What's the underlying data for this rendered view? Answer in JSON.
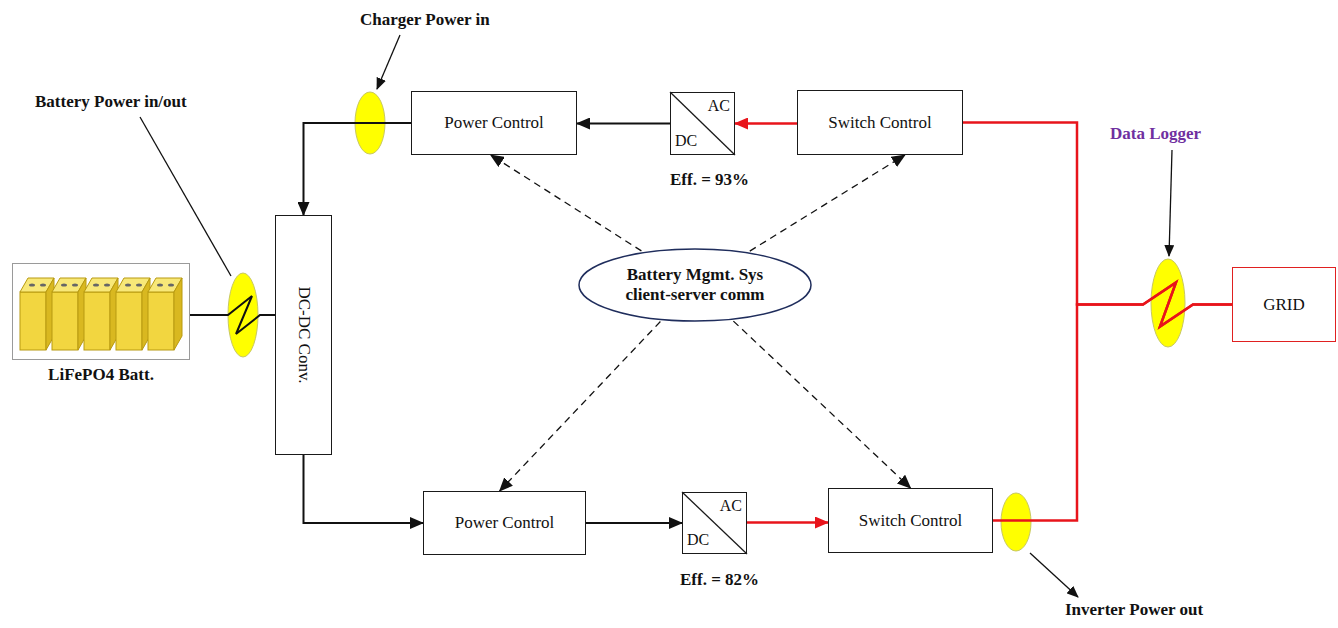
{
  "diagram": {
    "nodes": [
      {
        "text": [
          "Power Control"
        ]
      },
      {
        "text": [
          "AC",
          "DC"
        ]
      },
      {
        "text": [
          "Switch Control"
        ]
      },
      {
        "text": [
          "LiFePO4 Batt."
        ]
      },
      {
        "text": [
          "DC-DC Conv."
        ]
      },
      {
        "text": [
          "Battery Mgmt. Sys client-server comm"
        ]
      },
      {
        "text": [
          "GRID"
        ]
      },
      {
        "text": [
          "Power Control"
        ]
      },
      {
        "text": [
          "AC",
          "DC"
        ]
      },
      {
        "text": [
          "Switch Control"
        ]
      }
    ],
    "edges": [
      {
        "from": 2,
        "to": 1,
        "arrow": "to"
      },
      {
        "from": 1,
        "to": 0,
        "arrow": "to"
      },
      {
        "from": 0,
        "to": 4,
        "arrow": "to"
      },
      {
        "from": 3,
        "to": 4,
        "arrow": "none"
      },
      {
        "from": 4,
        "to": 7,
        "arrow": "to"
      },
      {
        "from": 7,
        "to": 8,
        "arrow": "to"
      },
      {
        "from": 8,
        "to": 9,
        "arrow": "to"
      },
      {
        "from": 6,
        "to": 2,
        "arrow": "none"
      },
      {
        "from": 9,
        "to": 6,
        "arrow": "none"
      },
      {
        "from": 5,
        "to": 0,
        "arrow": "to"
      },
      {
        "from": 5,
        "to": 2,
        "arrow": "to"
      },
      {
        "from": 5,
        "to": 7,
        "arrow": "to"
      },
      {
        "from": 5,
        "to": 9,
        "arrow": "to"
      }
    ],
    "labels": [
      "Charger Power in",
      "Battery Power in/out",
      "Eff. = 93%",
      "Data Logger",
      "Eff. = 82%",
      "Inverter Power out"
    ]
  }
}
